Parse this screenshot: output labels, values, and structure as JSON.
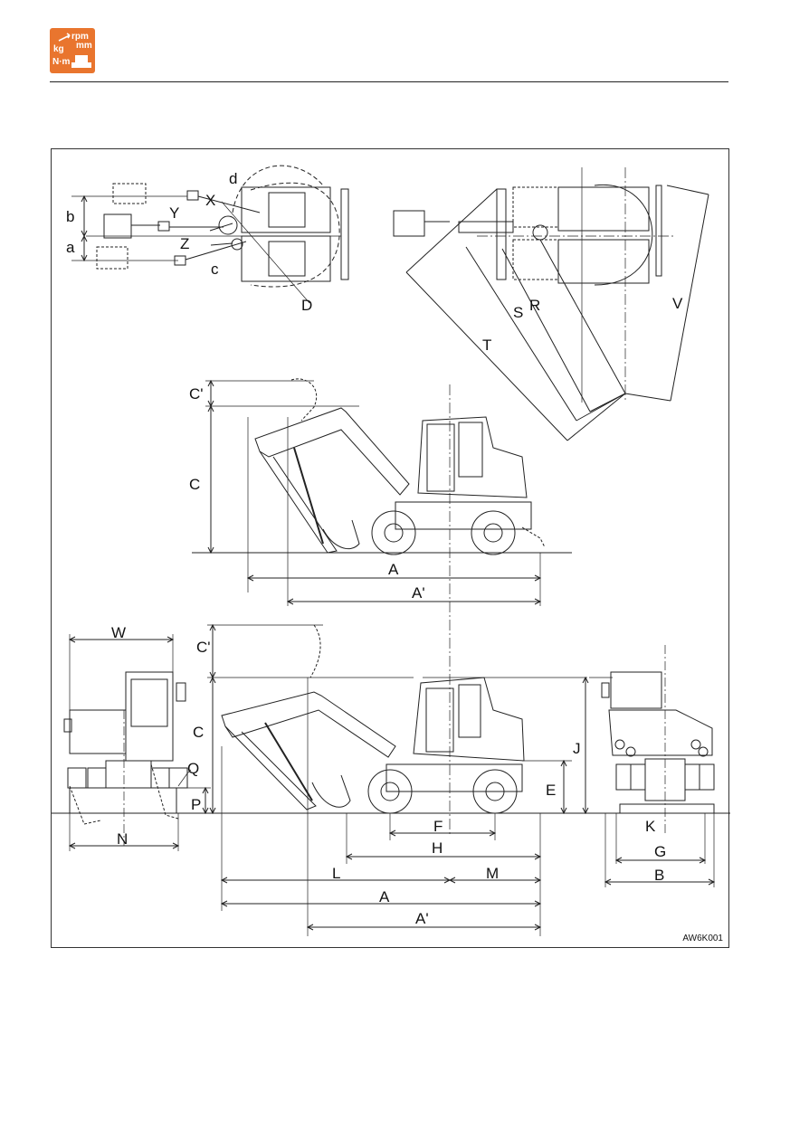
{
  "header": {
    "logo": {
      "icon": "units-icon",
      "color": "#e9752e",
      "text": [
        "rpm",
        "mm",
        "kg",
        "N·m"
      ]
    }
  },
  "figure": {
    "code": "AW6K001",
    "labels": {
      "a": "a",
      "b": "b",
      "c": "c",
      "d": "d",
      "X": "X",
      "Y": "Y",
      "Z": "Z",
      "D": "D",
      "S": "S",
      "R": "R",
      "V": "V",
      "T": "T",
      "C_prime": "C'",
      "C": "C",
      "A": "A",
      "A_prime": "A'",
      "W": "W",
      "Q": "Q",
      "P": "P",
      "N": "N",
      "J": "J",
      "E": "E",
      "F": "F",
      "H": "H",
      "L": "L",
      "M": "M",
      "K": "K",
      "G": "G",
      "B": "B"
    }
  }
}
